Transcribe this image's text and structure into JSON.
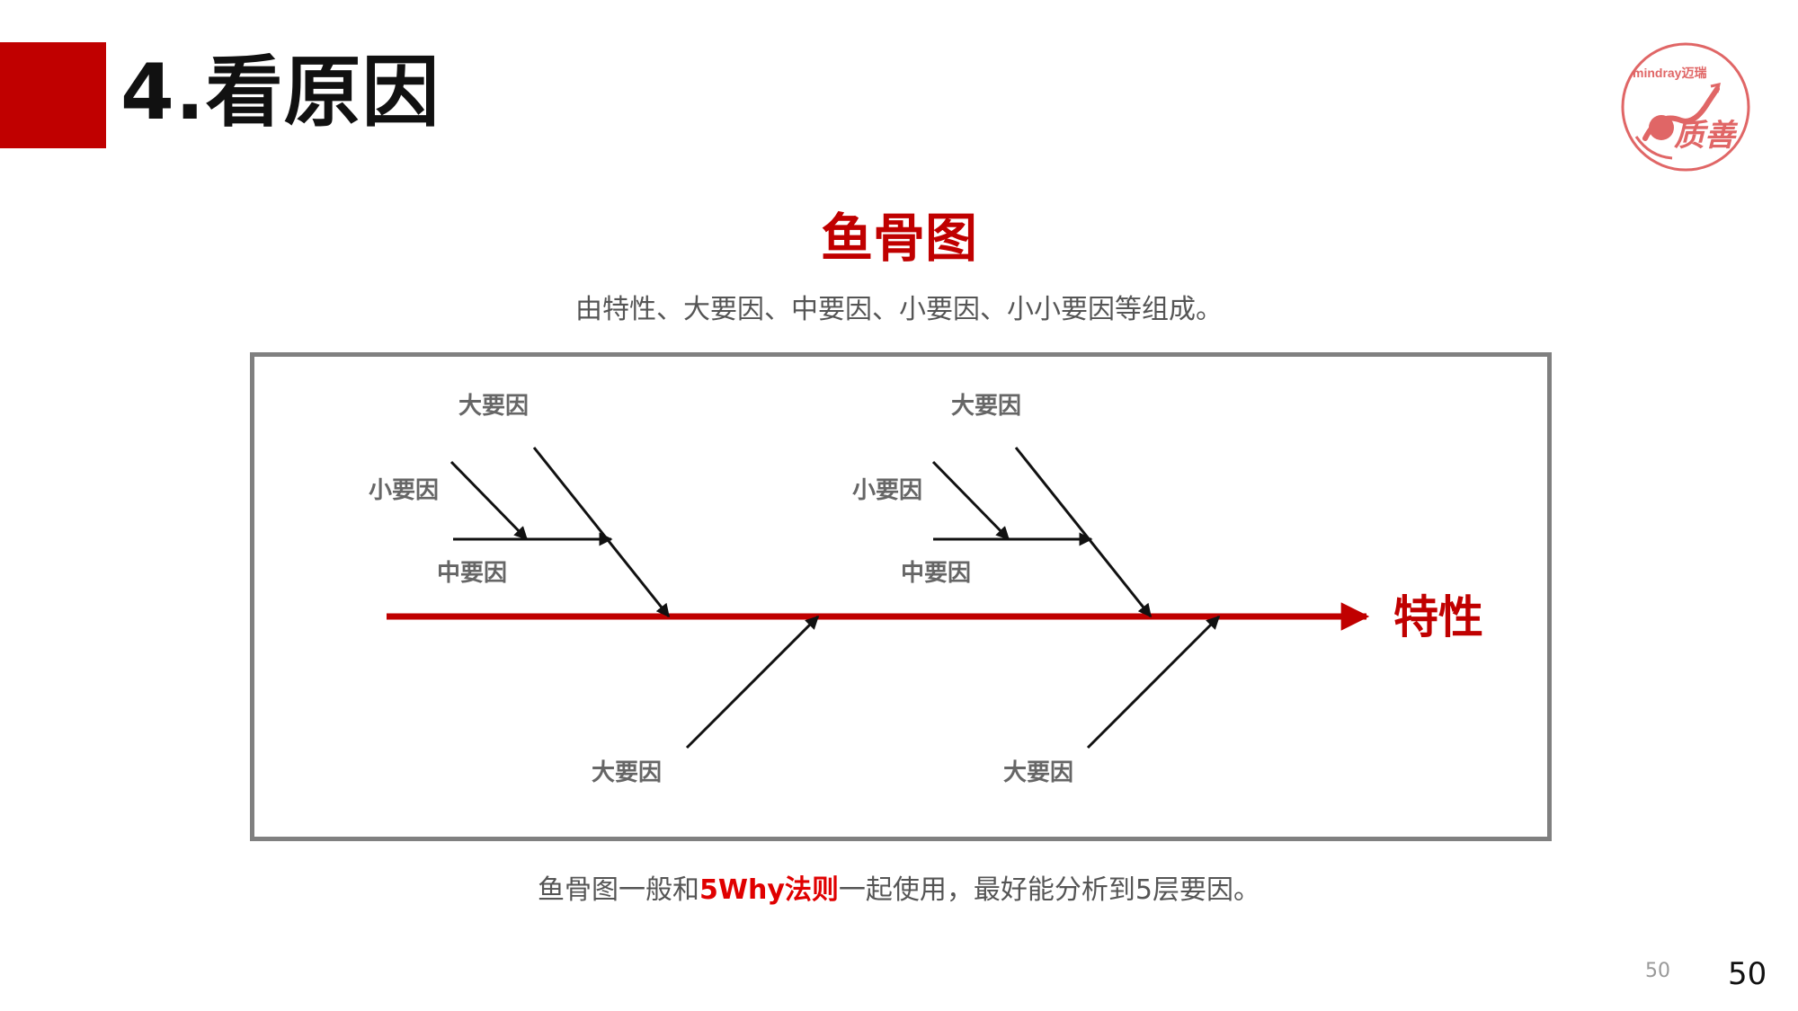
{
  "slide": {
    "title": "4.看原因",
    "page_number_small": "50",
    "page_number": "50",
    "accent_color": "#c00000"
  },
  "logo": {
    "brand_text": "mindray迈瑞",
    "caption": "质善",
    "icon": "mindray-quality-seal-icon",
    "color": "#e06666"
  },
  "diagram": {
    "title": "鱼骨图",
    "subtitle": "由特性、大要因、中要因、小要因、小小要因等组成。",
    "effect_label": "特性",
    "labels": {
      "big_upper_left": "大要因",
      "small_upper_left": "小要因",
      "mid_upper_left": "中要因",
      "big_upper_right": "大要因",
      "small_upper_right": "小要因",
      "mid_upper_right": "中要因",
      "big_lower_left": "大要因",
      "big_lower_right": "大要因"
    },
    "spine_color": "#c00000",
    "bone_color": "#111111",
    "frame_color": "#808080"
  },
  "footer": {
    "note_before": "鱼骨图一般和",
    "note_highlight": "5Why法则",
    "note_after": "一起使用，最好能分析到5层要因。",
    "highlight_color": "#e00000"
  }
}
